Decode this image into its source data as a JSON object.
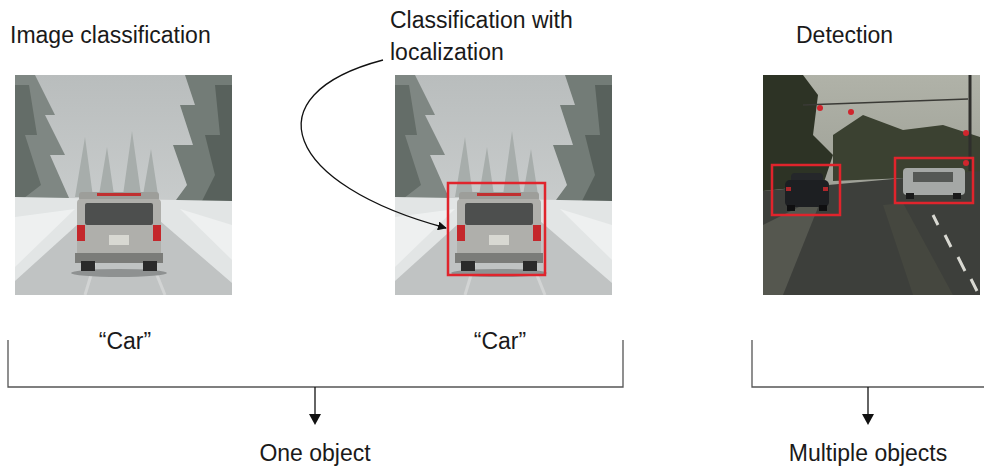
{
  "diagram": {
    "labels": [
      "Image classification",
      "Classification with localization",
      "Detection",
      "“Car”",
      "“Car”",
      "One object",
      "Multiple objects"
    ]
  }
}
